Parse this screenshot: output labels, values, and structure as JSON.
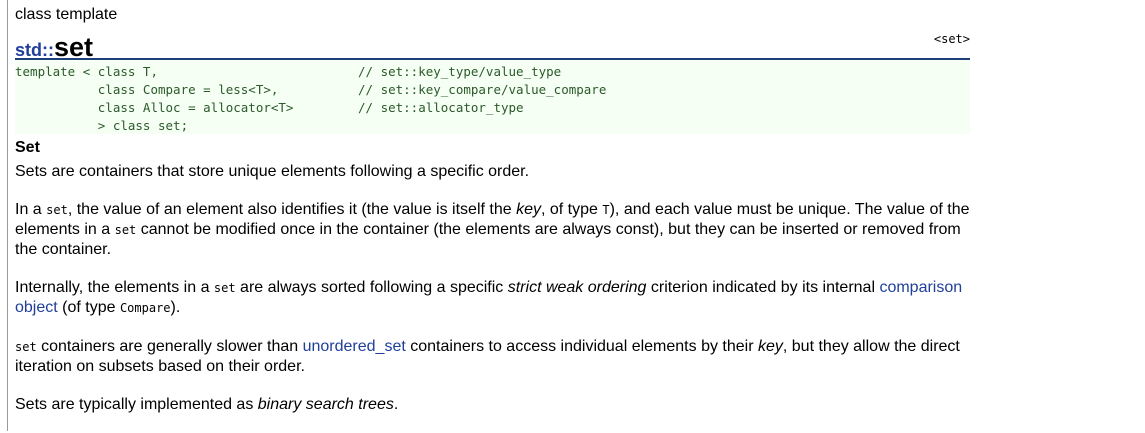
{
  "header": {
    "kind": "class template",
    "namespace": "std::",
    "name": "set",
    "header_ref": "<set>"
  },
  "prototype": [
    {
      "code": "template < class T,",
      "comment": "// set::key_type/value_type"
    },
    {
      "code": "           class Compare = less<T>,",
      "comment": "// set::key_compare/value_compare"
    },
    {
      "code": "           class Alloc = allocator<T>",
      "comment": "// set::allocator_type"
    },
    {
      "code": "           > class set;",
      "comment": ""
    }
  ],
  "section_title": "Set",
  "paragraphs": {
    "p1": "Sets are containers that store unique elements following a specific order.",
    "p2": {
      "a": "In a ",
      "code1": "set",
      "b": ", the value of an element also identifies it (the value is itself the ",
      "em1": "key",
      "c": ", of type ",
      "code2": "T",
      "d": "), and each value must be unique. The value of the elements in a ",
      "code3": "set",
      "e": " cannot be modified once in the container (the elements are always const), but they can be inserted or removed from the container."
    },
    "p3": {
      "a": "Internally, the elements in a ",
      "code1": "set",
      "b": " are always sorted following a specific ",
      "em1": "strict weak ordering",
      "c": " criterion indicated by its internal ",
      "link1": "comparison object",
      "d": " (of type ",
      "code2": "Compare",
      "e": ")."
    },
    "p4": {
      "code1": "set",
      "a": " containers are generally slower than ",
      "link1": "unordered_set",
      "b": " containers to access individual elements by their ",
      "em1": "key",
      "c": ", but they allow the direct iteration on subsets based on their order."
    },
    "p5": {
      "a": "Sets are typically implemented as ",
      "em1": "binary search trees",
      "b": "."
    }
  }
}
